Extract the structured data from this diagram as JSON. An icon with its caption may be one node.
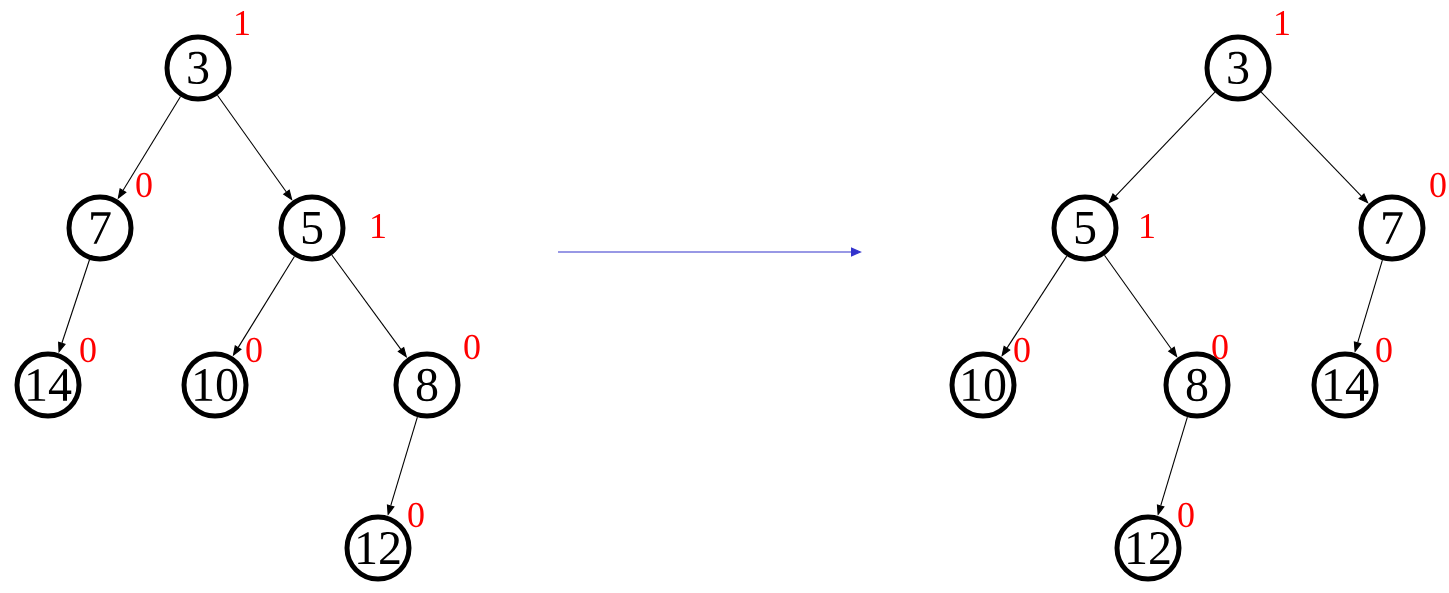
{
  "diagram": {
    "nodes": [
      {
        "text": [
          "3"
        ],
        "beside": [
          "1"
        ]
      },
      {
        "text": [
          "7"
        ],
        "beside": [
          "0"
        ]
      },
      {
        "text": [
          "5"
        ],
        "beside": [
          "1"
        ]
      },
      {
        "text": [
          "14"
        ],
        "beside": [
          "0"
        ]
      },
      {
        "text": [
          "10"
        ],
        "beside": [
          "0"
        ]
      },
      {
        "text": [
          "8"
        ],
        "beside": [
          "0"
        ]
      },
      {
        "text": [
          "12"
        ],
        "beside": [
          "0"
        ]
      },
      {
        "text": [
          "3"
        ],
        "beside": [
          "1"
        ]
      },
      {
        "text": [
          "5"
        ],
        "beside": [
          "1"
        ]
      },
      {
        "text": [
          "7"
        ],
        "beside": [
          "0"
        ]
      },
      {
        "text": [
          "10"
        ],
        "beside": [
          "0"
        ]
      },
      {
        "text": [
          "8"
        ],
        "beside": [
          "0"
        ]
      },
      {
        "text": [
          "14"
        ],
        "beside": [
          "0"
        ]
      },
      {
        "text": [
          "12"
        ],
        "beside": [
          "0"
        ]
      }
    ],
    "edges": [
      {
        "from": 0,
        "to": 1,
        "arrow": "to"
      },
      {
        "from": 0,
        "to": 2,
        "arrow": "to"
      },
      {
        "from": 1,
        "to": 3,
        "arrow": "to"
      },
      {
        "from": 2,
        "to": 4,
        "arrow": "to"
      },
      {
        "from": 2,
        "to": 5,
        "arrow": "to"
      },
      {
        "from": 5,
        "to": 6,
        "arrow": "to"
      },
      {
        "from": 7,
        "to": 8,
        "arrow": "to"
      },
      {
        "from": 7,
        "to": 9,
        "arrow": "to"
      },
      {
        "from": 8,
        "to": 10,
        "arrow": "to"
      },
      {
        "from": 8,
        "to": 11,
        "arrow": "to"
      },
      {
        "from": 9,
        "to": 12,
        "arrow": "to"
      },
      {
        "from": 11,
        "to": 13,
        "arrow": "to"
      }
    ]
  }
}
